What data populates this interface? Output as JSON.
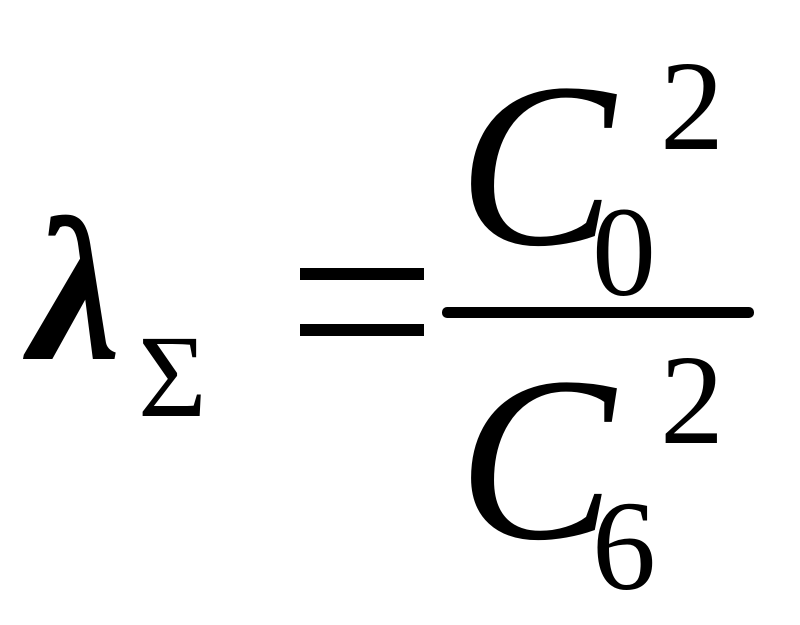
{
  "formula": {
    "lhs": {
      "symbol": "λ",
      "subscript": "Σ"
    },
    "operator": "=",
    "numerator": {
      "base": "C",
      "subscript": "0",
      "superscript": "2"
    },
    "denominator": {
      "base": "C",
      "subscript": "6",
      "superscript": "2"
    }
  }
}
